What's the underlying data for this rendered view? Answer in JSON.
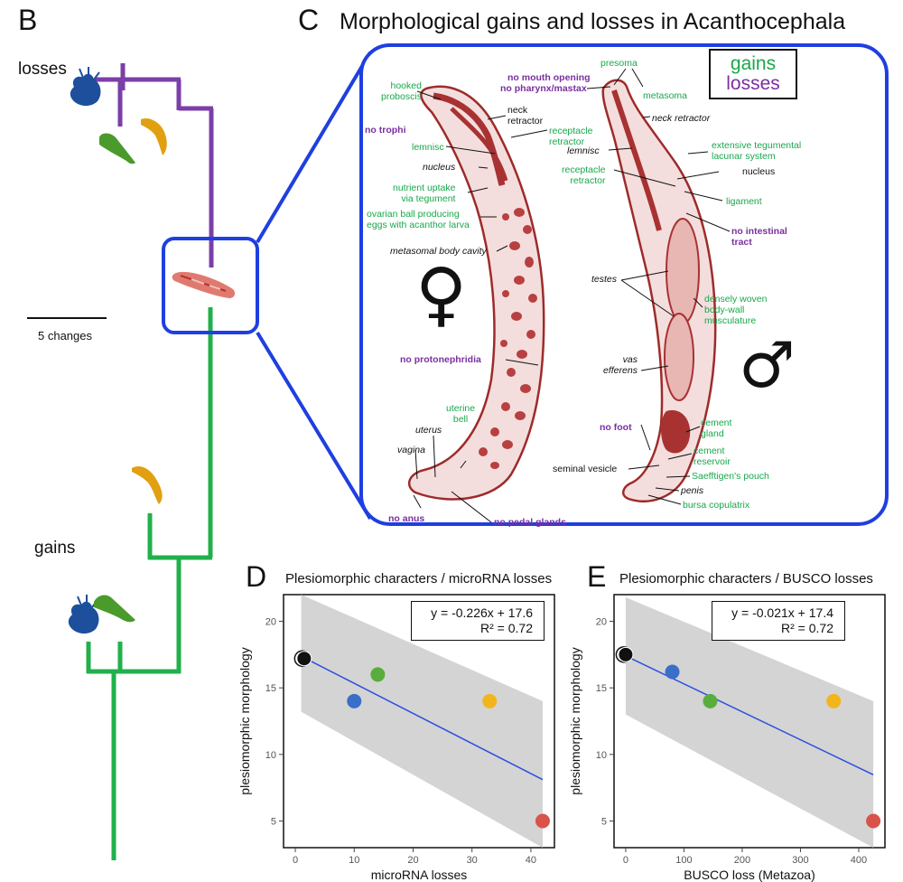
{
  "panels": {
    "b_letter": "B",
    "c_letter": "C",
    "d_letter": "D",
    "e_letter": "E"
  },
  "tree": {
    "losses_label": "losses",
    "gains_label": "gains",
    "scale_label": "5 changes",
    "losses_color": "#7b3fa8",
    "gains_color": "#22b04b",
    "highlight_color": "#1f3fe0"
  },
  "anatomy": {
    "title": "Morphological gains and losses in Acanthocephala",
    "legend_gains": "gains",
    "legend_losses": "losses",
    "female_symbol": "♀",
    "male_symbol": "♂",
    "labels": {
      "hooked_proboscis": "hooked\nproboscis",
      "no_trophi": "no trophi",
      "neck_retractor_f": "neck\nretractor",
      "receptacle_retractor_f": "receptacle\nretractor",
      "lemnisc_f": "lemnisc",
      "nucleus_f": "nucleus",
      "nutrient_uptake": "nutrient uptake\nvia tegument",
      "ovarian_ball": "ovarian ball producing\neggs with acanthor larva",
      "metasomal_cavity": "metasomal body cavity",
      "no_protonephridia": "no protonephridia",
      "uterine_bell": "uterine\nbell",
      "uterus": "uterus",
      "vagina": "vagina",
      "no_anus": "no anus",
      "no_pedal_glands": "no pedal glands",
      "presoma": "presoma",
      "no_mouth_opening": "no mouth opening",
      "no_pharynx": "no pharynx/mastax",
      "metasoma": "metasoma",
      "neck_retractor_m": "neck retractor",
      "lemnisc_m": "lemnisc",
      "extensive_tegumental": "extensive tegumental\nlacunar system",
      "nucleus_m": "nucleus",
      "receptacle_retractor_m": "receptacle\nretractor",
      "ligament": "ligament",
      "no_intestinal": "no intestinal\ntract",
      "testes": "testes",
      "densely_woven": "densely woven\nbody-wall\nmusculature",
      "vas_efferens": "vas\nefferens",
      "no_foot": "no foot",
      "cement_gland": "cement\ngland",
      "seminal_vesicle": "seminal vesicle",
      "cement_reservoir": "cement\nreservoir",
      "saefftigen": "Saefftigen's pouch",
      "penis": "penis",
      "bursa": "bursa copulatrix"
    }
  },
  "plot_d": {
    "title": "Plesiomorphic characters / microRNA losses",
    "equation": "y = -0.226x + 17.6",
    "r2": "R² = 0.72"
  },
  "plot_e": {
    "title": "Plesiomorphic characters / BUSCO losses",
    "equation": "y = -0.021x + 17.4",
    "r2": "R² = 0.72"
  },
  "chart_data": [
    {
      "type": "scatter",
      "title": "Plesiomorphic characters / microRNA losses",
      "xlabel": "microRNA losses",
      "ylabel": "plesiomorphic morphology",
      "xlim": [
        -2,
        44
      ],
      "ylim": [
        3,
        22
      ],
      "xticks": [
        0,
        10,
        20,
        30,
        40
      ],
      "yticks": [
        5,
        10,
        15,
        20
      ],
      "points": [
        {
          "x": 1.5,
          "y": 17.2,
          "color": "#111111"
        },
        {
          "x": 10,
          "y": 14.0,
          "color": "#3a6fc9"
        },
        {
          "x": 14,
          "y": 16.0,
          "color": "#5aad3c"
        },
        {
          "x": 33,
          "y": 14.0,
          "color": "#f2b51c"
        },
        {
          "x": 42,
          "y": 5.0,
          "color": "#d9534a"
        }
      ],
      "fit": {
        "slope": -0.226,
        "intercept": 17.6
      },
      "band": {
        "x": [
          1,
          42
        ],
        "upper": [
          22.0,
          14.0
        ],
        "lower": [
          13.2,
          3.0
        ]
      },
      "grid": false
    },
    {
      "type": "scatter",
      "title": "Plesiomorphic characters / BUSCO losses",
      "xlabel": "BUSCO loss (Metazoa)",
      "ylabel": "plesiomorphic morphology",
      "xlim": [
        -20,
        445
      ],
      "ylim": [
        3,
        22
      ],
      "xticks": [
        0,
        100,
        200,
        300,
        400
      ],
      "yticks": [
        5,
        10,
        15,
        20
      ],
      "points": [
        {
          "x": 0,
          "y": 17.5,
          "color": "#111111"
        },
        {
          "x": 80,
          "y": 16.2,
          "color": "#3a6fc9"
        },
        {
          "x": 145,
          "y": 14.0,
          "color": "#5aad3c"
        },
        {
          "x": 357,
          "y": 14.0,
          "color": "#f2b51c"
        },
        {
          "x": 425,
          "y": 5.0,
          "color": "#d9534a"
        }
      ],
      "fit": {
        "slope": -0.021,
        "intercept": 17.4
      },
      "band": {
        "x": [
          0,
          425
        ],
        "upper": [
          21.8,
          14.0
        ],
        "lower": [
          13.0,
          3.0
        ]
      },
      "grid": false
    }
  ]
}
